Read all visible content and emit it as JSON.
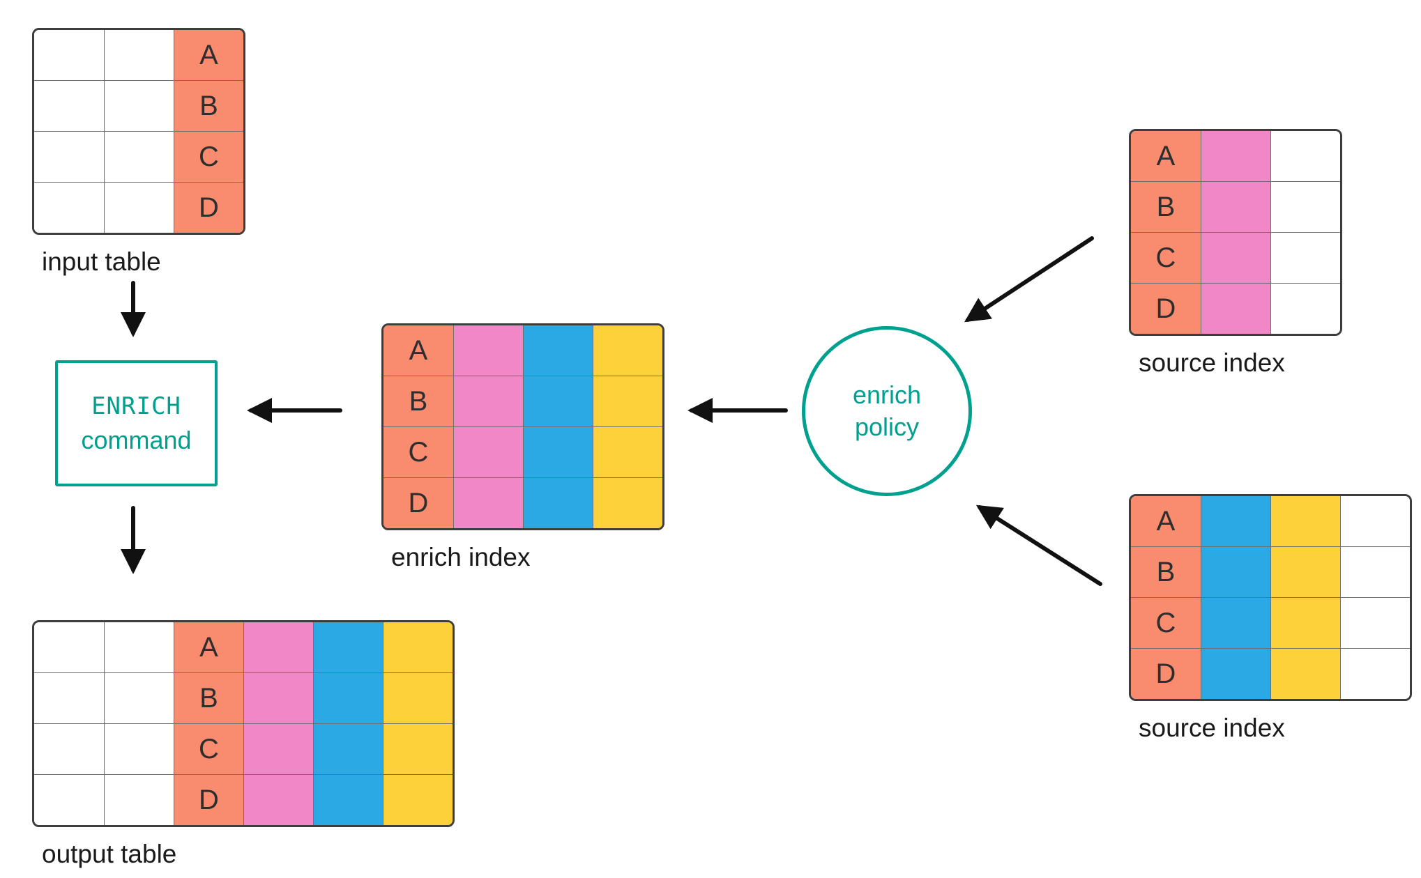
{
  "colors": {
    "coral": "#F98B6F",
    "pink": "#F287C8",
    "blue": "#2AA9E4",
    "yellow": "#FCD139",
    "teal": "#00A08F",
    "arrow": "#111111",
    "table_border": "#3D3D3D",
    "grid": "#6F6F6F",
    "label": "#1A1A1A",
    "cell_text": "#2E2E2E"
  },
  "row_labels": [
    "A",
    "B",
    "C",
    "D"
  ],
  "nodes": {
    "input_table": {
      "label": "input table",
      "columns": [
        {
          "fill": "white",
          "labeled": false
        },
        {
          "fill": "white",
          "labeled": false
        },
        {
          "fill": "coral",
          "labeled": true
        }
      ]
    },
    "enrich_command": {
      "line1": "ENRICH",
      "line2": "command"
    },
    "output_table": {
      "label": "output table",
      "columns": [
        {
          "fill": "white",
          "labeled": false
        },
        {
          "fill": "white",
          "labeled": false
        },
        {
          "fill": "coral",
          "labeled": true
        },
        {
          "fill": "pink",
          "labeled": false
        },
        {
          "fill": "blue",
          "labeled": false
        },
        {
          "fill": "yellow",
          "labeled": false
        }
      ]
    },
    "enrich_index": {
      "label": "enrich index",
      "columns": [
        {
          "fill": "coral",
          "labeled": true
        },
        {
          "fill": "pink",
          "labeled": false
        },
        {
          "fill": "blue",
          "labeled": false
        },
        {
          "fill": "yellow",
          "labeled": false
        }
      ]
    },
    "enrich_policy": {
      "line1": "enrich",
      "line2": "policy"
    },
    "source_index_top": {
      "label": "source index",
      "columns": [
        {
          "fill": "coral",
          "labeled": true
        },
        {
          "fill": "pink",
          "labeled": false
        },
        {
          "fill": "white",
          "labeled": false
        }
      ]
    },
    "source_index_bottom": {
      "label": "source index",
      "columns": [
        {
          "fill": "coral",
          "labeled": true
        },
        {
          "fill": "blue",
          "labeled": false
        },
        {
          "fill": "yellow",
          "labeled": false
        },
        {
          "fill": "white",
          "labeled": false
        }
      ]
    }
  }
}
